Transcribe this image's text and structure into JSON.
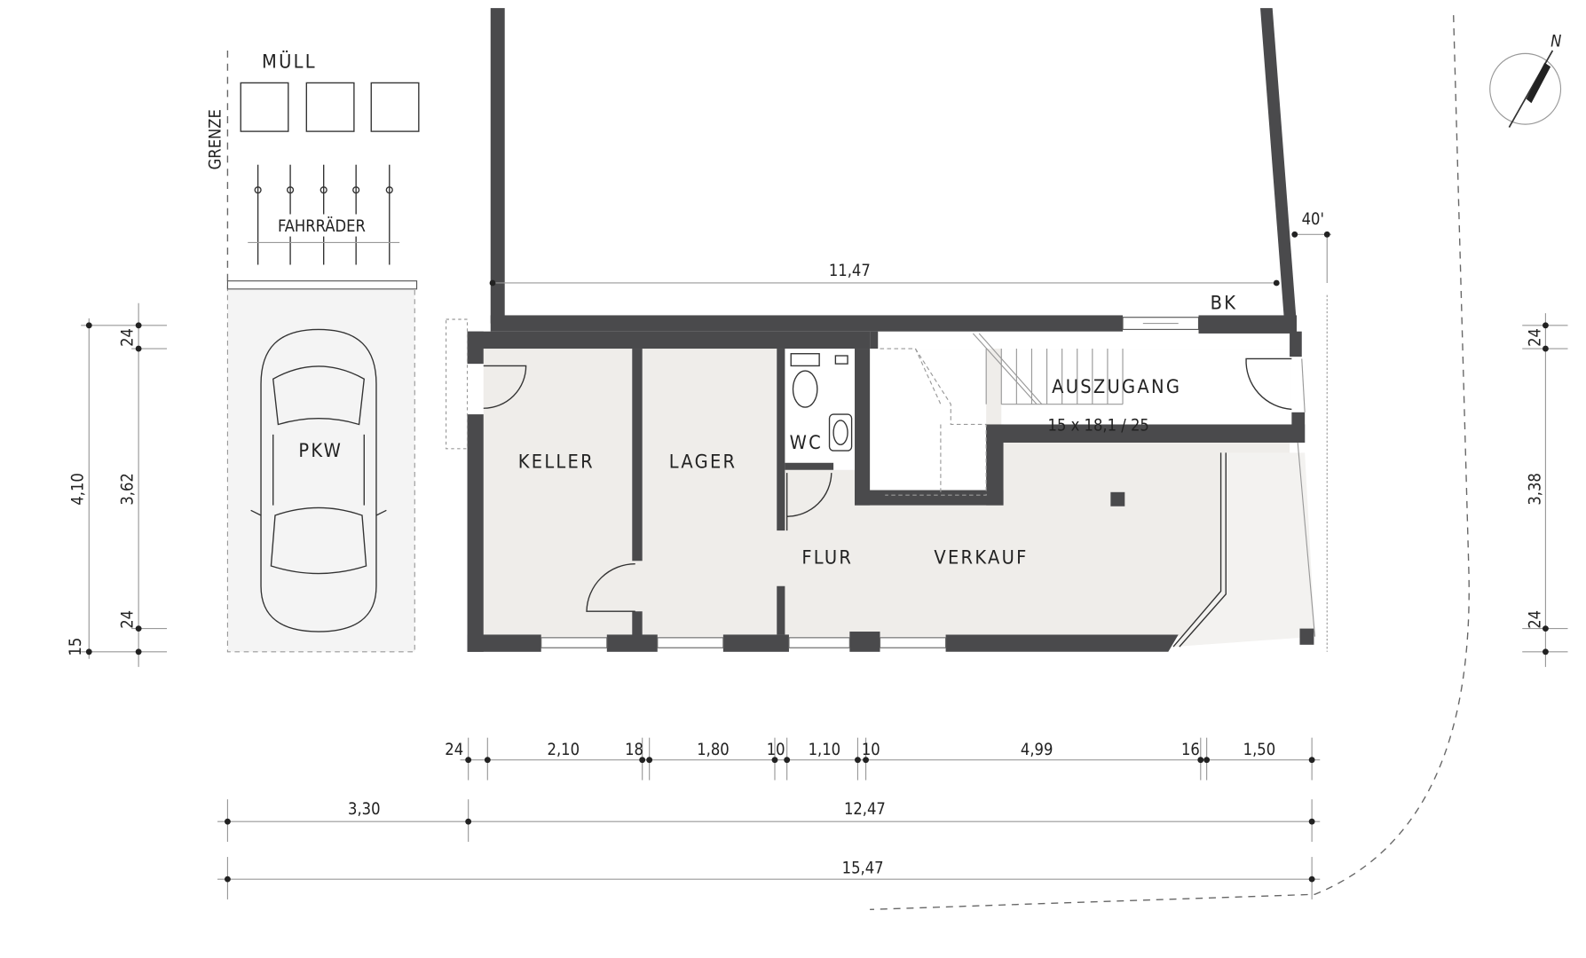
{
  "rooms": {
    "keller": "KELLER",
    "lager": "LAGER",
    "wc": "WC",
    "flur": "FLUR",
    "verkauf": "VERKAUF",
    "auszugang": "AUSZUGANG",
    "stair_spec": "15 x 18,1 / 25",
    "bk": "BK"
  },
  "outside": {
    "muell": "MÜLL",
    "grenze": "GRENZE",
    "fahrraeder": "FAHRRÄDER",
    "pkw": "PKW",
    "north": "N"
  },
  "dimensions": {
    "top_width": "11,47",
    "wall_offset": "40'",
    "left_total": "4,10",
    "left_parts": [
      "24",
      "3,62",
      "24",
      "15"
    ],
    "right_parts": [
      "24",
      "3,38",
      "24"
    ],
    "bottom_row1": [
      "24",
      "2,10",
      "18",
      "1,80",
      "10",
      "1,10",
      "10",
      "4,99",
      "16",
      "1,50"
    ],
    "bottom_row2": [
      "3,30",
      "12,47"
    ],
    "bottom_row3": "15,47"
  },
  "colors": {
    "wall": "#4a4a4c",
    "floor": "#efedea",
    "carport": "#f4f4f4"
  }
}
